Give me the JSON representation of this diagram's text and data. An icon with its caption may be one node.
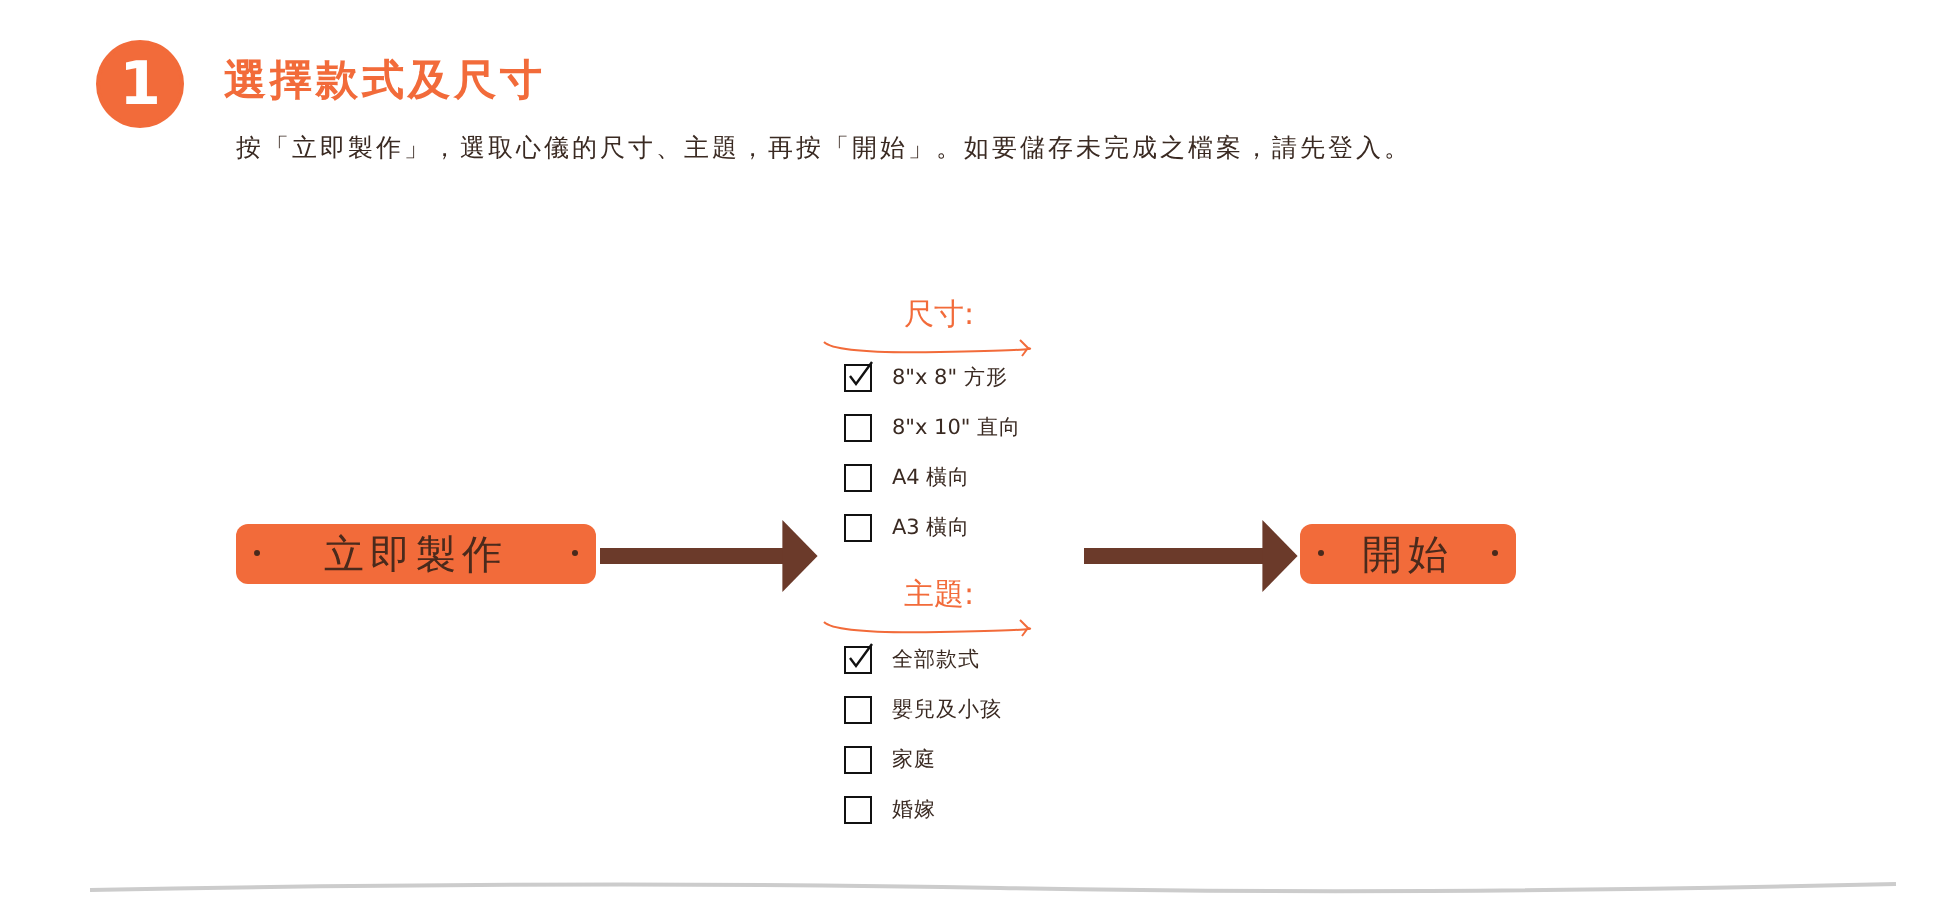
{
  "diagram": {
    "title": "選擇款式及尺寸",
    "nodes": [
      {
        "text": [
          "1"
        ]
      },
      {
        "text": [
          "立即製作"
        ]
      },
      {
        "text": [
          "尺寸:",
          "主題:"
        ]
      },
      {
        "text": [
          "8\"x 8\" 方形"
        ],
        "in": 2
      },
      {
        "text": [
          "8\"x 10\" 直向"
        ],
        "in": 2
      },
      {
        "text": [
          "A4 橫向"
        ],
        "in": 2
      },
      {
        "text": [
          "A3 橫向"
        ],
        "in": 2
      },
      {
        "text": [
          "全部款式"
        ],
        "in": 2
      },
      {
        "text": [
          "嬰兒及小孩"
        ],
        "in": 2
      },
      {
        "text": [
          "家庭"
        ],
        "in": 2
      },
      {
        "text": [
          "婚嫁"
        ],
        "in": 2
      },
      {
        "text": [
          "開始"
        ]
      }
    ],
    "edges": [
      {
        "from": 1,
        "to": 2,
        "arrow": "to"
      },
      {
        "from": 2,
        "to": 11,
        "arrow": "to"
      }
    ],
    "labels": [
      "按「立即製作」，選取心儀的尺寸、主題，再按「開始」。如要儲存未完成之檔案，請先登入。"
    ]
  }
}
